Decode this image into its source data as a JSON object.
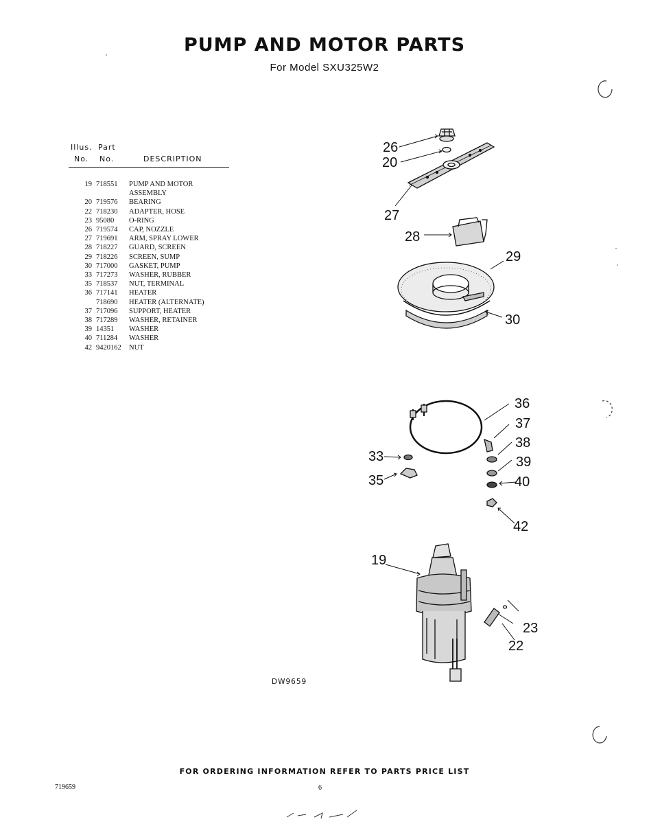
{
  "header": {
    "title": "PUMP AND MOTOR PARTS",
    "subtitle": "For Model SXU325W2"
  },
  "table": {
    "col_illus_top": "Illus.",
    "col_illus_bottom": "No.",
    "col_part_top": "Part",
    "col_part_bottom": "No.",
    "col_desc": "DESCRIPTION",
    "rows": [
      {
        "illus": "19",
        "part": "718551",
        "desc": "PUMP AND MOTOR"
      },
      {
        "illus": "",
        "part": "",
        "desc": "ASSEMBLY"
      },
      {
        "illus": "20",
        "part": "719576",
        "desc": "BEARING"
      },
      {
        "illus": "22",
        "part": "718230",
        "desc": "ADAPTER, HOSE"
      },
      {
        "illus": "23",
        "part": "95080",
        "desc": "O-RING"
      },
      {
        "illus": "26",
        "part": "719574",
        "desc": "CAP, NOZZLE"
      },
      {
        "illus": "27",
        "part": "719691",
        "desc": "ARM, SPRAY LOWER"
      },
      {
        "illus": "28",
        "part": "718227",
        "desc": "GUARD, SCREEN"
      },
      {
        "illus": "29",
        "part": "718226",
        "desc": "SCREEN, SUMP"
      },
      {
        "illus": "30",
        "part": "717000",
        "desc": "GASKET, PUMP"
      },
      {
        "illus": "33",
        "part": "717273",
        "desc": "WASHER, RUBBER"
      },
      {
        "illus": "35",
        "part": "718537",
        "desc": "NUT, TERMINAL"
      },
      {
        "illus": "36",
        "part": "717141",
        "desc": "HEATER"
      },
      {
        "illus": "",
        "part": "718690",
        "desc": "HEATER (ALTERNATE)"
      },
      {
        "illus": "37",
        "part": "717096",
        "desc": "SUPPORT, HEATER"
      },
      {
        "illus": "38",
        "part": "717289",
        "desc": "WASHER, RETAINER"
      },
      {
        "illus": "39",
        "part": "14351",
        "desc": "WASHER"
      },
      {
        "illus": "40",
        "part": "711284",
        "desc": "WASHER"
      },
      {
        "illus": "42",
        "part": "9420162",
        "desc": "NUT"
      }
    ]
  },
  "diagram": {
    "callouts": {
      "c26": "26",
      "c20": "20",
      "c27": "27",
      "c28": "28",
      "c29": "29",
      "c30": "30",
      "c36": "36",
      "c37": "37",
      "c38": "38",
      "c33": "33",
      "c39": "39",
      "c35": "35",
      "c40": "40",
      "c42": "42",
      "c19": "19",
      "c23": "23",
      "c22": "22"
    },
    "code": "DW9659"
  },
  "footer": {
    "note": "FOR ORDERING INFORMATION REFER TO PARTS PRICE LIST",
    "doc_number": "719659",
    "page_number": "6"
  }
}
